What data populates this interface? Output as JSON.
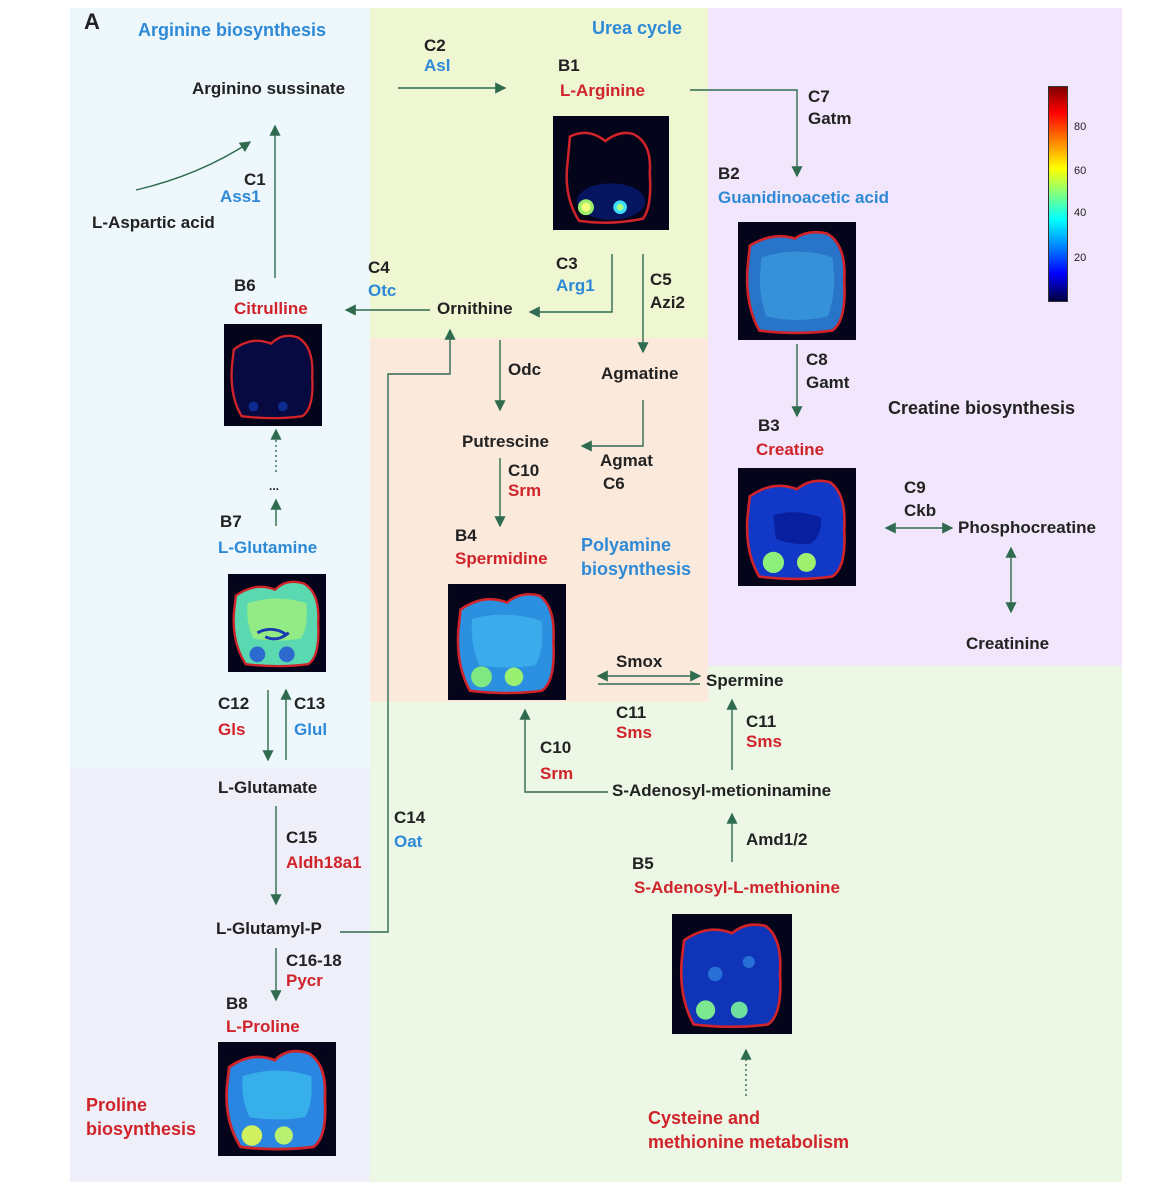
{
  "panel_label": "A",
  "regions": {
    "arginine": "Arginine biosynthesis",
    "urea": "Urea cycle",
    "creatine": "Creatine biosynthesis",
    "polyamine": "Polyamine\nbiosynthesis",
    "proline": "Proline\nbiosynthesis",
    "cysteine": "Cysteine and\nmethionine metabolism"
  },
  "metabolites": {
    "argininosuccinate": "Arginino sussinate",
    "aspartic": "L-Aspartic acid",
    "arginine": "L-Arginine",
    "guanidinoacetic": "Guanidinoacetic acid",
    "ornithine": "Ornithine",
    "citrulline": "Citrulline",
    "agmatine": "Agmatine",
    "putrescine": "Putrescine",
    "creatine": "Creatine",
    "phosphocreatine": "Phosphocreatine",
    "creatinine": "Creatinine",
    "spermidine": "Spermidine",
    "spermine": "Spermine",
    "glutamine": "L-Glutamine",
    "glutamate": "L-Glutamate",
    "glutamyl_p": "L-Glutamyl-P",
    "proline": "L-Proline",
    "sam_amine": "S-Adenosyl-metioninamine",
    "sam": "S-Adenosyl-L-methionine",
    "dots": "..."
  },
  "panels": {
    "b1": "B1",
    "b2": "B2",
    "b3": "B3",
    "b4": "B4",
    "b5": "B5",
    "b6": "B6",
    "b7": "B7",
    "b8": "B8"
  },
  "enzymes": {
    "c1": {
      "code": "C1",
      "name": "Ass1"
    },
    "c2": {
      "code": "C2",
      "name": "Asl"
    },
    "c3": {
      "code": "C3",
      "name": "Arg1"
    },
    "c4": {
      "code": "C4",
      "name": "Otc"
    },
    "c5": {
      "code": "C5",
      "name": "Azi2"
    },
    "c6": {
      "code": "C6",
      "name": "Agmat"
    },
    "c7": {
      "code": "C7",
      "name": "Gatm"
    },
    "c8": {
      "code": "C8",
      "name": "Gamt"
    },
    "c9": {
      "code": "C9",
      "name": "Ckb"
    },
    "c10a": {
      "code": "C10",
      "name": "Srm"
    },
    "c10b": {
      "code": "C10",
      "name": "Srm"
    },
    "c11a": {
      "code": "C11",
      "name": "Sms"
    },
    "c11b": {
      "code": "C11",
      "name": "Sms"
    },
    "c12": {
      "code": "C12",
      "name": "Gls"
    },
    "c13": {
      "code": "C13",
      "name": "Glul"
    },
    "c14": {
      "code": "C14",
      "name": "Oat"
    },
    "c15": {
      "code": "C15",
      "name": "Aldh18a1"
    },
    "c16": {
      "code": "C16-18",
      "name": "Pycr"
    },
    "odc": "Odc",
    "smox": "Smox",
    "amd": "Amd1/2"
  },
  "colorbar": {
    "ticks": [
      "80",
      "60",
      "40",
      "20"
    ],
    "colormap": "jet"
  },
  "colors": {
    "arginine_bg": "#eef7fb",
    "urea_bg": "#eef6d2",
    "creatine_bg": "#f1e6fb",
    "polyamine_bg": "#fbe9dc",
    "lower_green_bg": "#edf7e6",
    "proline_bg": "#efeff9",
    "arrow": "#2f6b4f",
    "red_label": "#d0232a",
    "blue_label": "#2e8ad6"
  }
}
